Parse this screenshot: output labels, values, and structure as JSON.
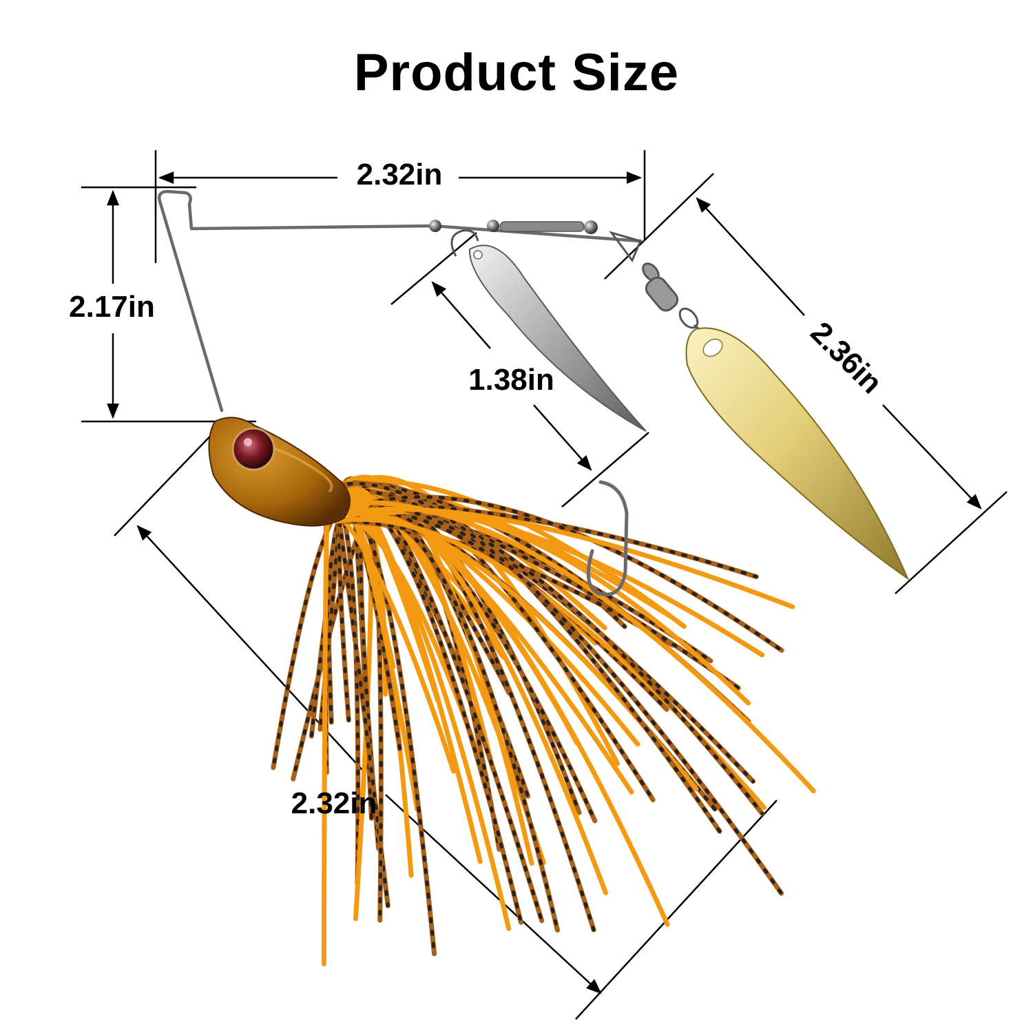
{
  "title": "Product Size",
  "dimensions": {
    "top_width": "2.32in",
    "arm_height": "2.17in",
    "small_blade": "1.38in",
    "large_blade": "2.36in",
    "skirt_length": "2.32in"
  },
  "colors": {
    "skirt_orange": "#f39a12",
    "skirt_dark": "#a8611a",
    "skirt_spots": "#2b2118",
    "head_gold": "#b8760f",
    "eye_red": "#7a1a22",
    "wire": "#707070",
    "blade_gold": "#e4d27a",
    "blade_silver": "#b8b8b8"
  }
}
